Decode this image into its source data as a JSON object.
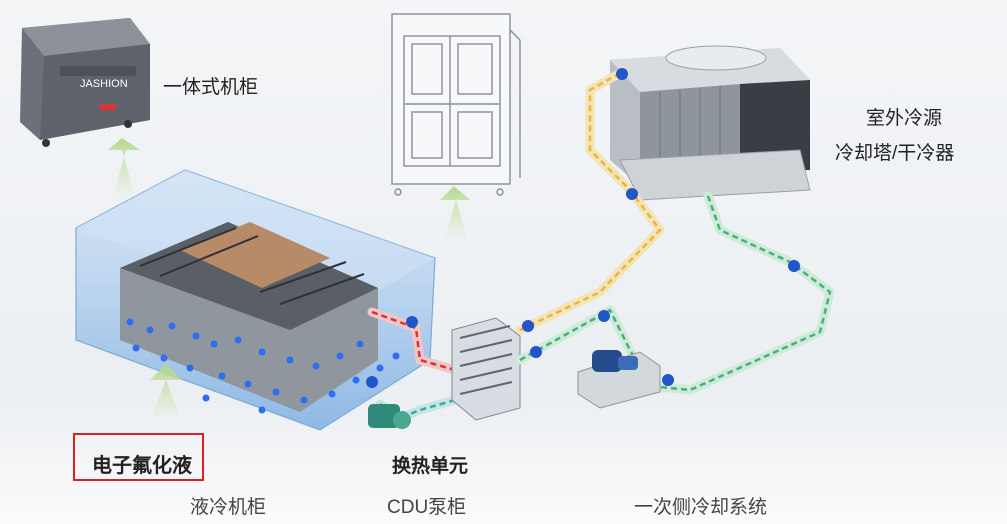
{
  "labels": {
    "integrated_cabinet": "一体式机柜",
    "outdoor_source_line1": "室外冷源",
    "outdoor_source_line2": "冷却塔/干冷器",
    "coolant": "电子氟化液",
    "heat_exchange_unit": "换热单元",
    "liquid_cooling_cabinet": "液冷机柜",
    "cdu_pump_cabinet": "CDU泵柜",
    "primary_cooling_system": "一次侧冷却系统"
  },
  "cabinet_brand": "JASHION",
  "colors": {
    "tank": "#9cc3ea",
    "bubble": "#2d6ff0",
    "hot_pipe": "#d9333a",
    "warm_pipe": "#e8b73e",
    "cool_pipe": "#43b37a",
    "arrow": "#c8e3a8",
    "highlight": "#e02020"
  }
}
